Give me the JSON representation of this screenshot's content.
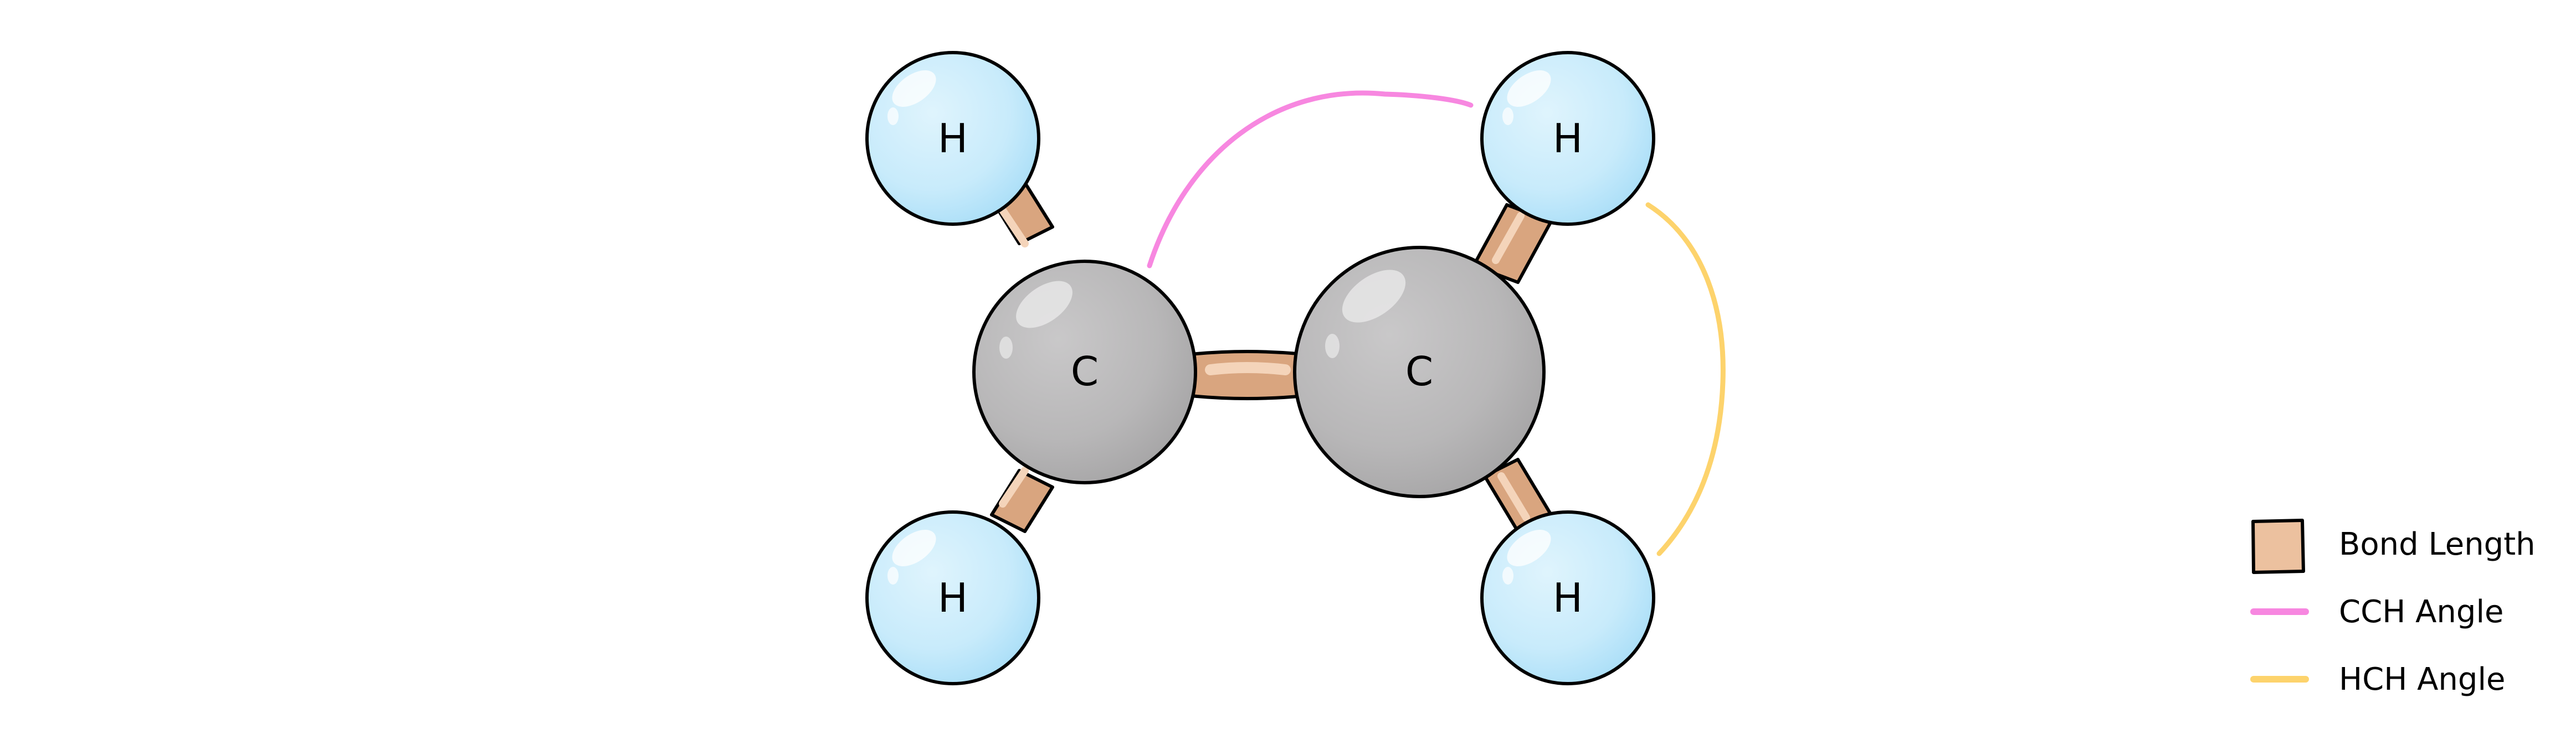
{
  "molecule": {
    "atoms": [
      {
        "id": "c1",
        "symbol": "C"
      },
      {
        "id": "c2",
        "symbol": "C"
      },
      {
        "id": "h1",
        "symbol": "H"
      },
      {
        "id": "h2",
        "symbol": "H"
      },
      {
        "id": "h3",
        "symbol": "H"
      },
      {
        "id": "h4",
        "symbol": "H"
      }
    ]
  },
  "legend": {
    "items": [
      {
        "label": "Bond Length",
        "color": "#ecc19f"
      },
      {
        "label": "CCH Angle",
        "color": "#f787e0"
      },
      {
        "label": "HCH Angle",
        "color": "#fdd36c"
      }
    ]
  },
  "colors": {
    "hydrogen": "#c8ebfb",
    "hydrogen_shade": "#a5dcf7",
    "carbon": "#b8b7b8",
    "carbon_shade": "#a3a2a3",
    "bond": "#d9a57f",
    "bond_highlight": "#f4d4ba",
    "outline": "#000000"
  }
}
